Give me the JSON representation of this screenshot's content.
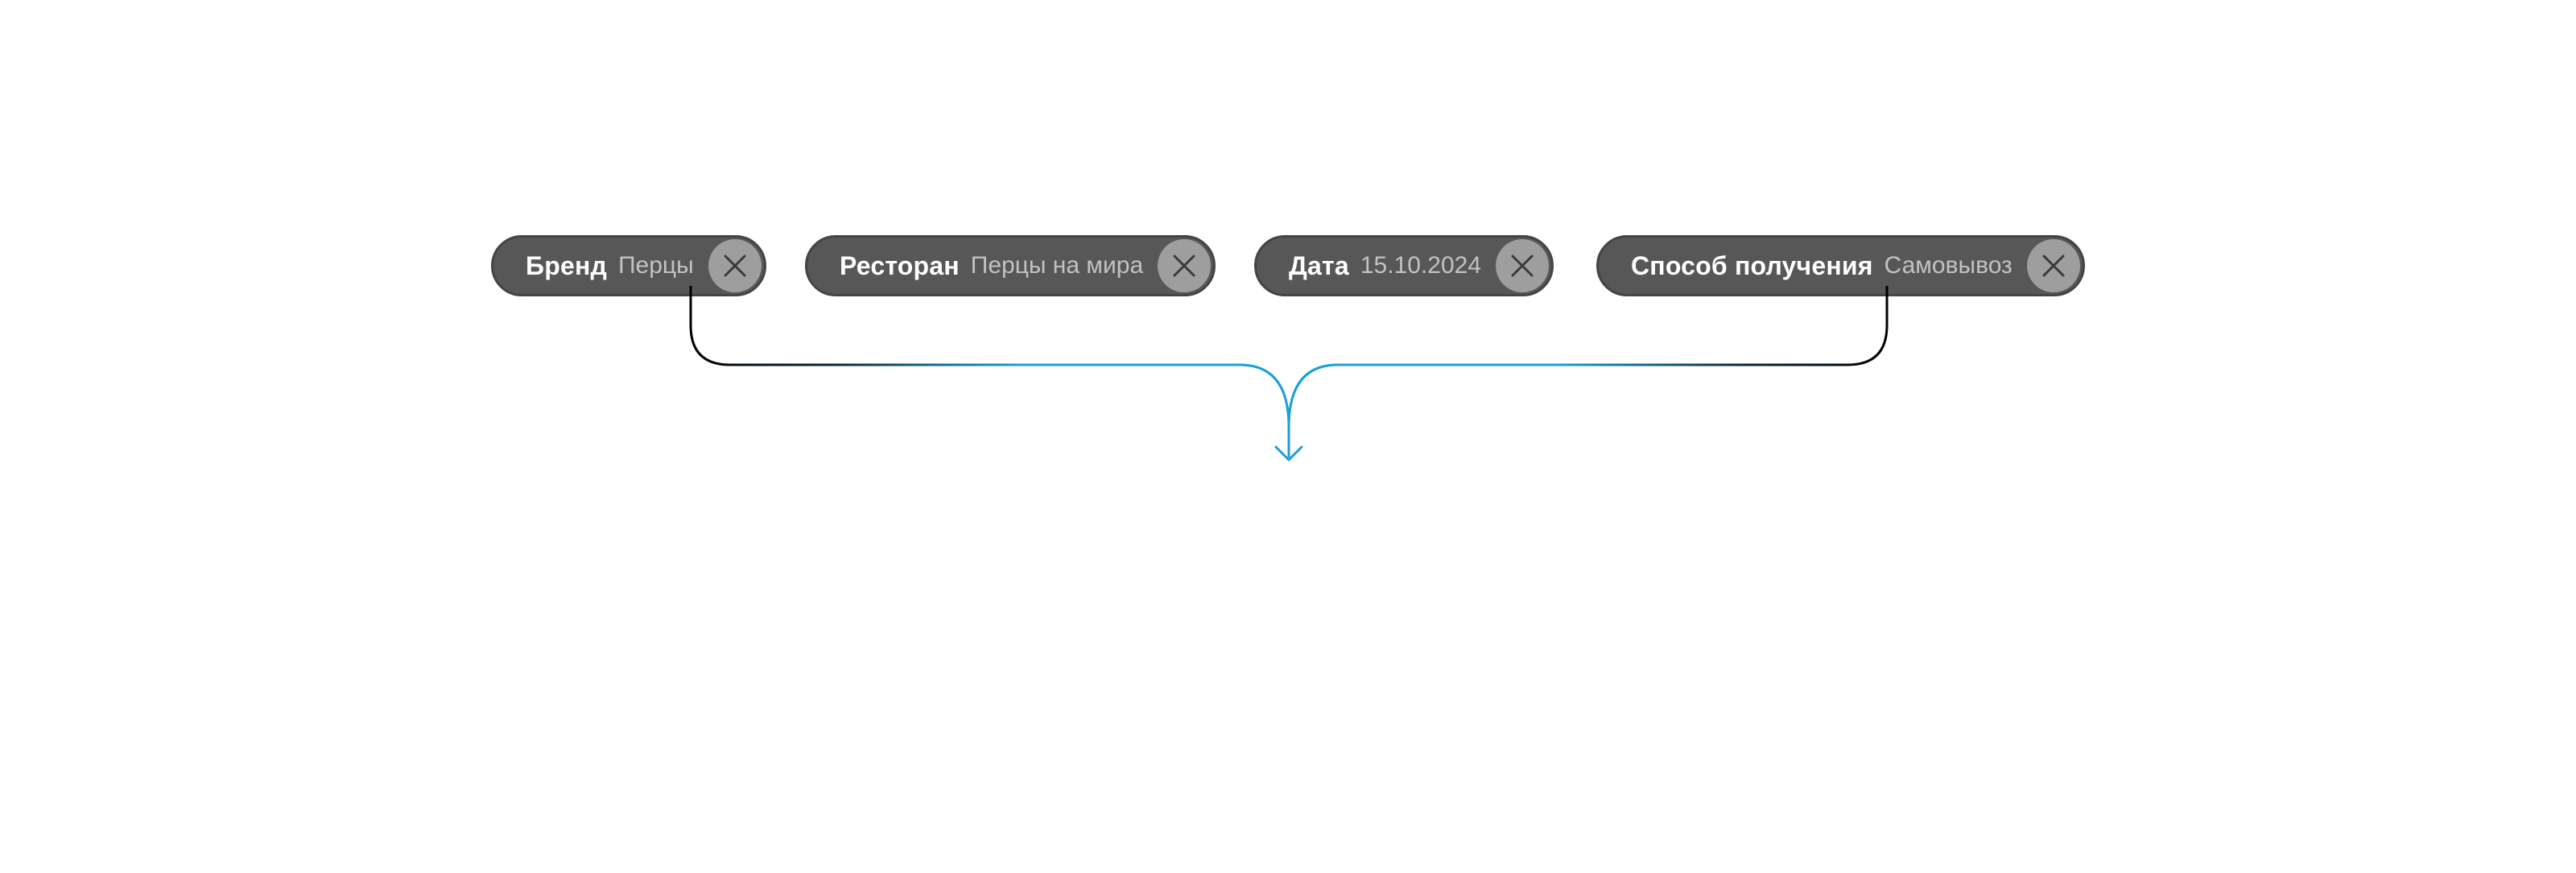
{
  "filters": [
    {
      "label": "Бренд",
      "value": "Перцы",
      "icon": "close-icon"
    },
    {
      "label": "Ресторан",
      "value": "Перцы на мира",
      "icon": "close-icon"
    },
    {
      "label": "Дата",
      "value": "15.10.2024",
      "icon": "close-icon"
    },
    {
      "label": "Способ получения",
      "value": "Самовывоз",
      "icon": "close-icon"
    }
  ],
  "colors": {
    "chip_background": "#575757",
    "chip_border": "#444444",
    "close_background": "#9e9e9e",
    "label_text": "#ffffff",
    "value_text": "#c2c2c2",
    "connector_dark": "#000000",
    "connector_accent": "#1a9fd8"
  }
}
